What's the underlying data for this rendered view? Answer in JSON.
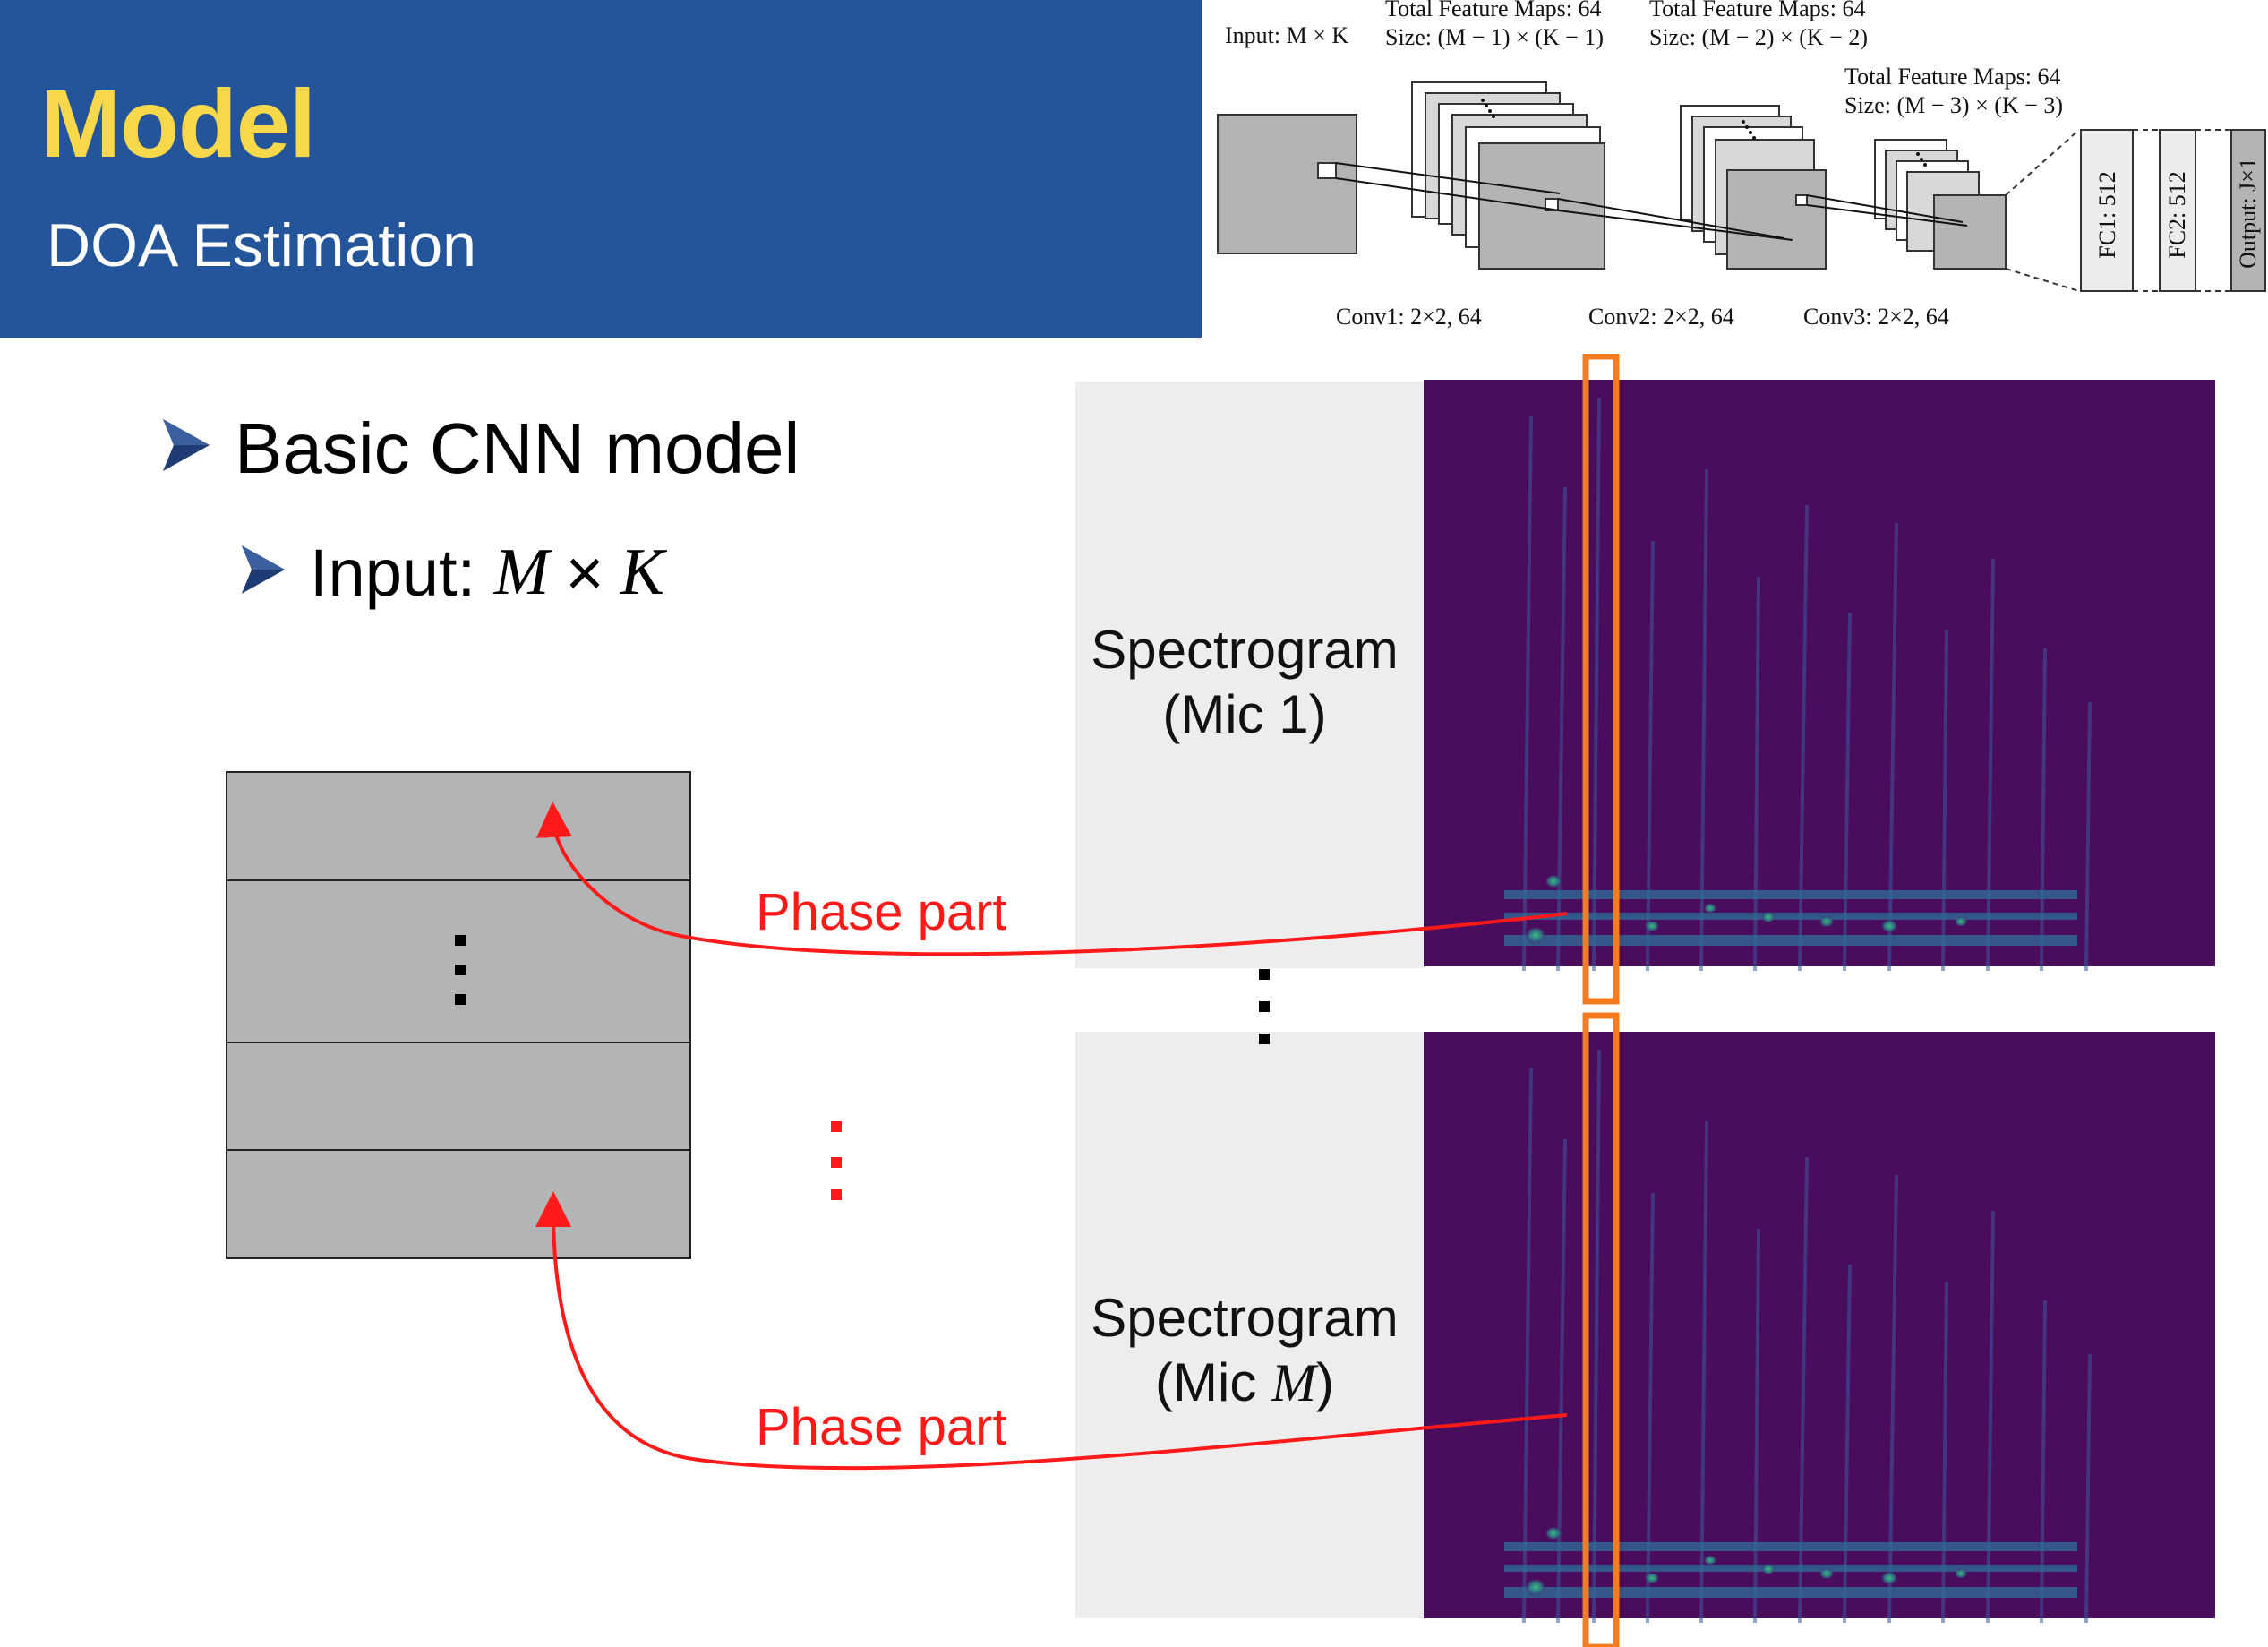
{
  "header": {
    "title": "Model",
    "subtitle": "DOA Estimation",
    "colors": {
      "band": "#24559a",
      "title": "#f7d84a",
      "subtitle": "#ffffff"
    }
  },
  "bullets": [
    {
      "icon": "arrowhead-bullet-icon",
      "text": "Basic CNN model"
    },
    {
      "icon": "arrowhead-bullet-icon",
      "label": "Input:",
      "math_m": "M",
      "math_times": "×",
      "math_k": "K"
    }
  ],
  "cnn_diagram": {
    "input_label": "Input: M × K",
    "conv1_maps": "Total Feature Maps: 64",
    "conv1_size": "Size: (M − 1) × (K − 1)",
    "conv2_maps": "Total Feature Maps: 64",
    "conv2_size": "Size: (M − 2) × (K − 2)",
    "conv3_maps": "Total Feature Maps: 64",
    "conv3_size": "Size: (M − 3) × (K − 3)",
    "conv1_caption": "Conv1: 2×2, 64",
    "conv2_caption": "Conv2: 2×2, 64",
    "conv3_caption": "Conv3: 2×2, 64",
    "fc1_label": "FC1: 512",
    "fc2_label": "FC2: 512",
    "output_label": "Output: J×1"
  },
  "spectrograms": [
    {
      "line1": "Spectrogram",
      "line2": "(Mic 1)"
    },
    {
      "line1": "Spectrogram",
      "line2_prefix": "(Mic ",
      "line2_math": "M",
      "line2_suffix": ")"
    }
  ],
  "arrows": {
    "phase_label_top": "Phase part",
    "phase_label_bottom": "Phase part",
    "color": "#ff1a1a"
  },
  "colors": {
    "spectrogram_bg": "#4a0c5c",
    "highlight": "#f47c20",
    "input_matrix": "#b3b4b6",
    "label_panel": "#ededed"
  }
}
